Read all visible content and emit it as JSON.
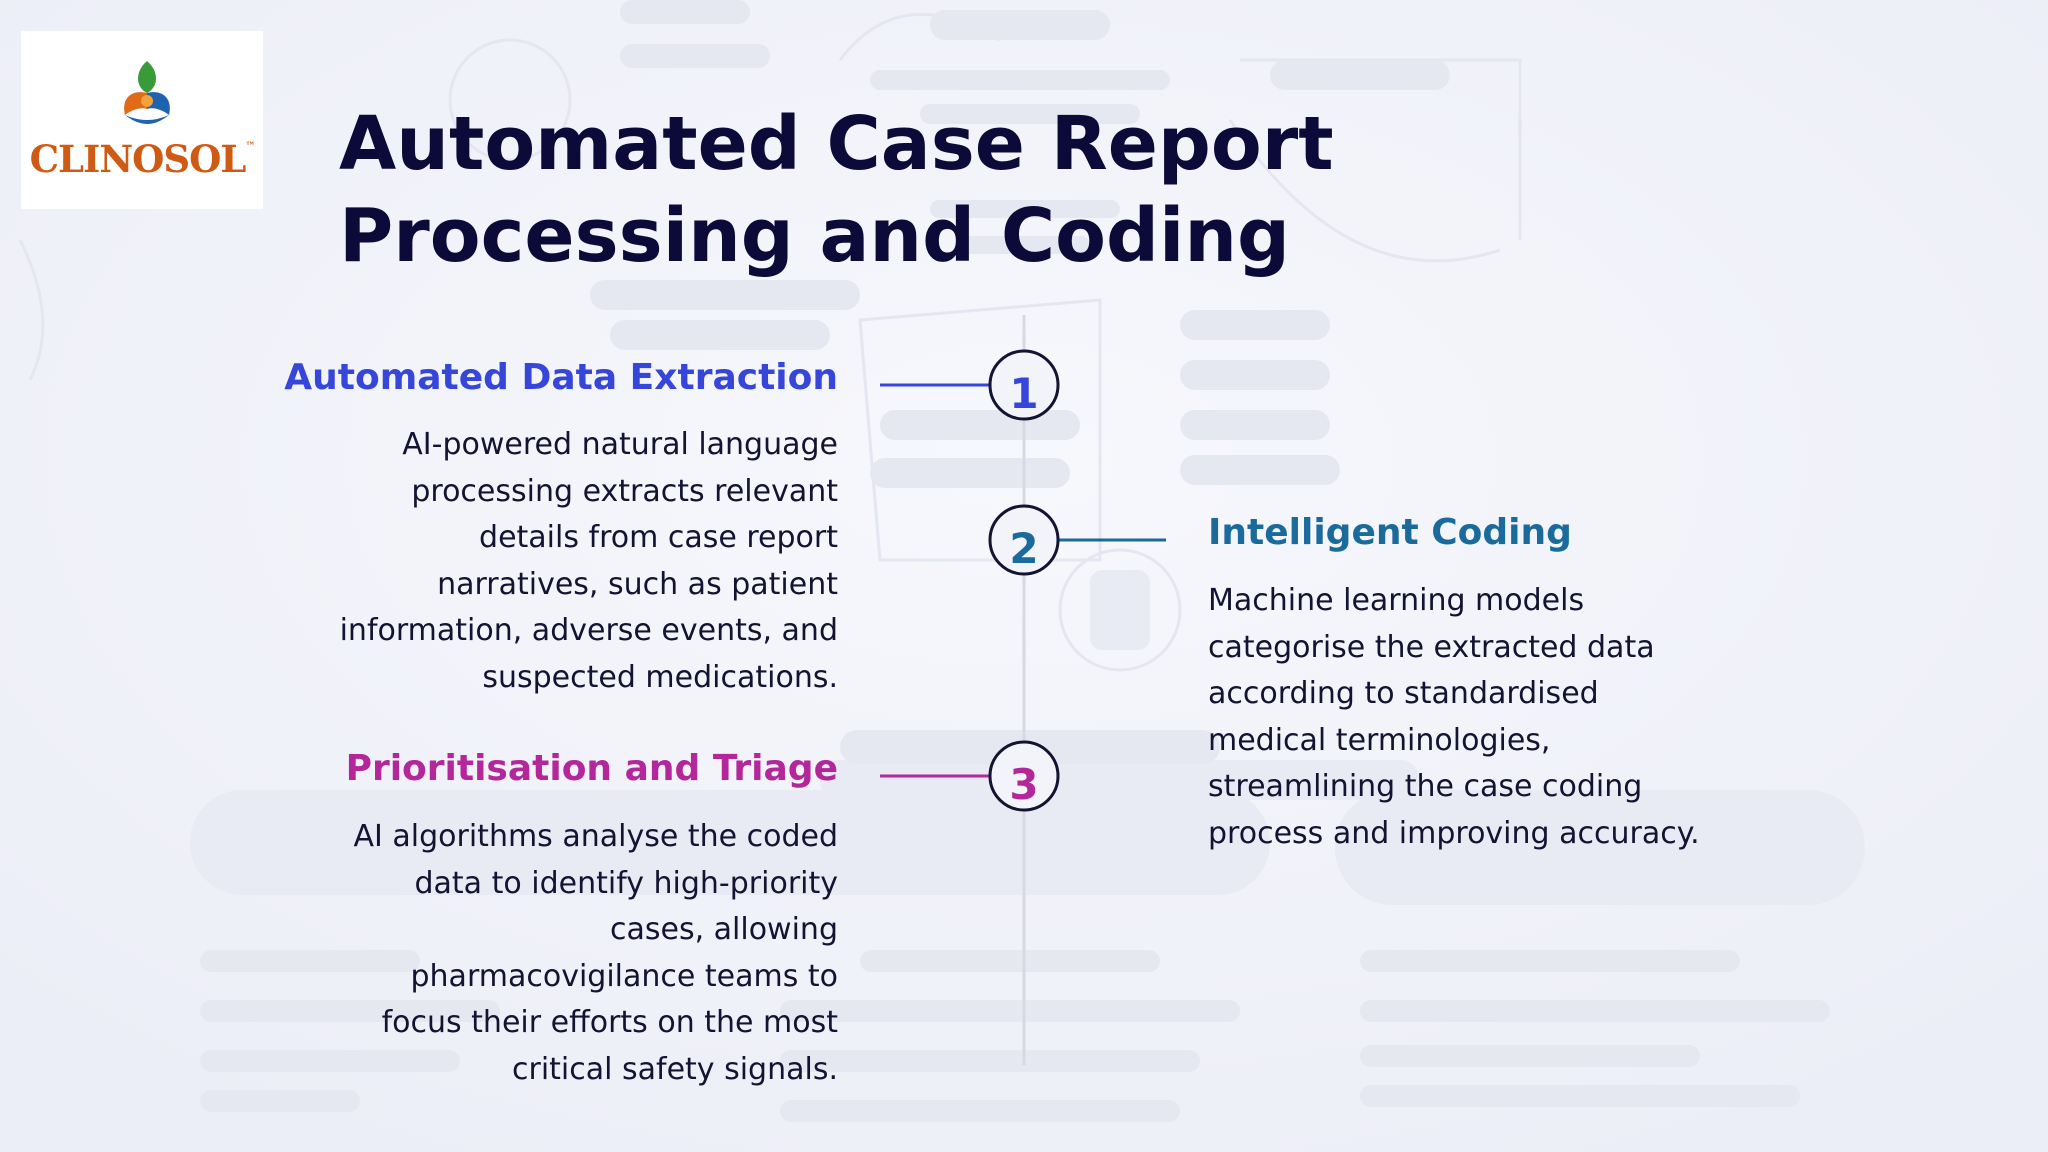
{
  "brand": {
    "name": "CLINOSOL",
    "trademark": "™"
  },
  "slide": {
    "title": "Automated Case Report Processing and Coding"
  },
  "colors": {
    "step1": "#3546d8",
    "step2": "#1b6a9c",
    "step3": "#b3279a",
    "title": "#0c0a38",
    "circle_border": "#141432"
  },
  "steps": [
    {
      "number": "1",
      "title": "Automated Data Extraction",
      "description": "AI-powered natural language processing extracts relevant details from case report narratives, such as patient information, adverse events, and suspected medications."
    },
    {
      "number": "2",
      "title": "Intelligent Coding",
      "description": "Machine learning models categorise the extracted data according to standardised medical terminologies, streamlining the case coding process and improving accuracy."
    },
    {
      "number": "3",
      "title": "Prioritisation and Triage",
      "description": "AI algorithms analyse the coded data to identify high-priority cases, allowing pharmacovigilance teams to focus their efforts on the most critical safety signals."
    }
  ]
}
